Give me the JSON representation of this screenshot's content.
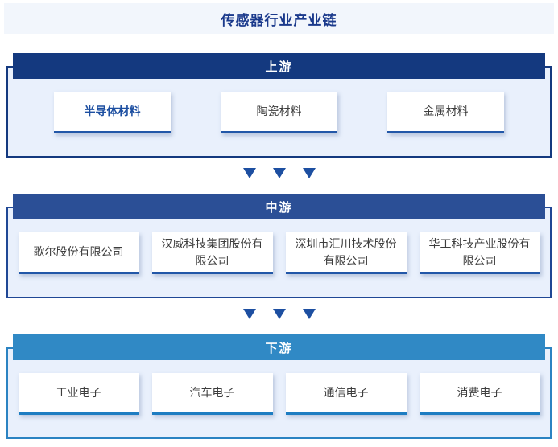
{
  "title": "传感器行业产业链",
  "colors": {
    "title_text": "#1b3a8c",
    "title_bar_bg": "#f2f6fc",
    "upstream_header_bg": "#14397f",
    "midstream_header_bg": "#2b4f96",
    "downstream_header_bg": "#3089c5",
    "panel_bg": "#e9f0fc",
    "upstream_border": "#14397f",
    "midstream_border": "#1f4795",
    "downstream_border": "#2b83c2",
    "card_accent_navy": "#2257a8",
    "card_accent_sky": "#1d7dc2",
    "card_text": "#3d3d3d",
    "highlight_text": "#1d4fa1",
    "arrow_color": "#1d4fa1"
  },
  "tiers": [
    {
      "label": "上游",
      "items": [
        "半导体材料",
        "陶瓷材料",
        "金属材料"
      ]
    },
    {
      "label": "中游",
      "items": [
        "歌尔股份有限公司",
        "汉威科技集团股份有限公司",
        "深圳市汇川技术股份有限公司",
        "华工科技产业股份有限公司"
      ]
    },
    {
      "label": "下游",
      "items": [
        "工业电子",
        "汽车电子",
        "通信电子",
        "消费电子"
      ]
    }
  ]
}
